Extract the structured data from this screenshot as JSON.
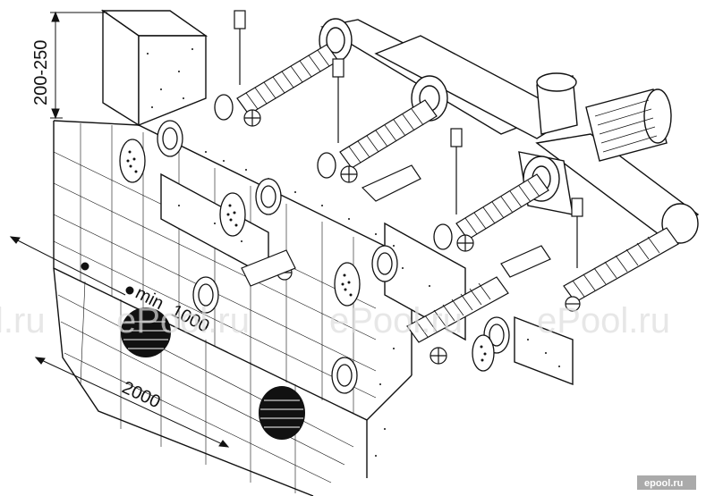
{
  "dimensions": {
    "height_range": "200-250",
    "min_label": "min",
    "min_value": "1000",
    "width_value": "2000"
  },
  "watermark": {
    "left_fragment": "l.ru",
    "text_center": "ePool.ru",
    "text_mid": "ePool.ru",
    "text_right": "ePool.ru"
  },
  "logo": {
    "text": "epool.ru"
  },
  "colors": {
    "line": "#111111",
    "background": "#ffffff",
    "watermark": "#dddddd",
    "logo_bg": "#aaaaaa"
  }
}
